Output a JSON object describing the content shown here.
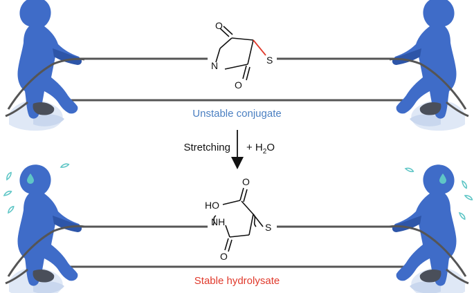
{
  "colors": {
    "figure_blue": "#3f6cc8",
    "figure_dark": "#2d55a8",
    "shadow_light": "#d7e2f3",
    "rope": "#555555",
    "sweat": "#5fc6c6",
    "unstable_caption": "#4a7fc1",
    "stable_caption": "#e0392b",
    "bond_red": "#e0392b",
    "text": "#111111"
  },
  "top_panel": {
    "caption": "Unstable conjugate",
    "molecule": {
      "atom_O_top": "O",
      "atom_N": "N",
      "atom_O_bottom": "O",
      "atom_S": "S"
    }
  },
  "arrow": {
    "left_label": "Stretching",
    "right_label_prefix": "+ H",
    "right_label_sub": "2",
    "right_label_suffix": "O"
  },
  "bottom_panel": {
    "caption": "Stable hydrolysate",
    "molecule": {
      "atom_O_top": "O",
      "group_HO": "HO",
      "group_NH": "NH",
      "atom_O_bottom": "O",
      "atom_S": "S"
    }
  },
  "icons": [
    "tug-of-war-figure-icon",
    "rope-icon",
    "sweat-drop-icon",
    "arrow-down-icon"
  ]
}
